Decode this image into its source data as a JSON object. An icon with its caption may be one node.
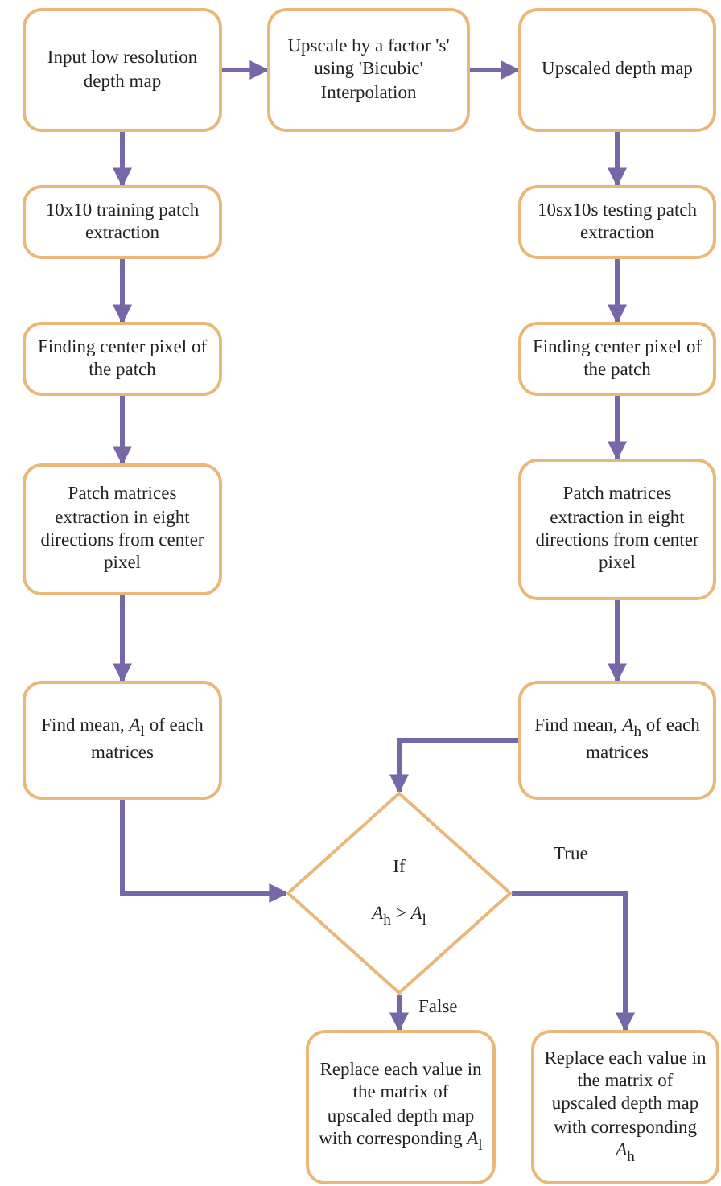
{
  "diagram": {
    "nodes": [
      {
        "text": [
          "Input low resolution depth map"
        ]
      },
      {
        "text": [
          "Upscale by a factor 's' using 'Bicubic' Interpolation"
        ]
      },
      {
        "text": [
          "Upscaled depth map"
        ]
      },
      {
        "text": [
          "10x10 training patch extraction"
        ]
      },
      {
        "text": [
          "10sx10s testing patch extraction"
        ]
      },
      {
        "text": [
          "Finding center pixel of the patch"
        ]
      },
      {
        "text": [
          "Finding center pixel of the patch"
        ]
      },
      {
        "text": [
          "Patch matrices extraction in eight directions from center pixel"
        ]
      },
      {
        "text": [
          "Patch matrices extraction in eight directions from center pixel"
        ]
      },
      {
        "text": [
          "Find mean, *A*$_{l}$ of each matrices"
        ]
      },
      {
        "text": [
          "Find mean, *A*$_{h}$ of each matrices"
        ]
      },
      {
        "text": [
          "If",
          "*A*$_{h}$ > *A*$_{l}$"
        ]
      },
      {
        "text": [
          "Replace each value in the matrix of upscaled depth map with corresponding *A*$_{l}$"
        ]
      },
      {
        "text": [
          "Replace each value in the matrix of upscaled depth map with corresponding *A*$_{h}$"
        ]
      }
    ],
    "edges": [
      {
        "from": 0,
        "to": 1,
        "arrow": "to"
      },
      {
        "from": 1,
        "to": 2,
        "arrow": "to"
      },
      {
        "from": 0,
        "to": 3,
        "arrow": "to"
      },
      {
        "from": 2,
        "to": 4,
        "arrow": "to"
      },
      {
        "from": 3,
        "to": 5,
        "arrow": "to"
      },
      {
        "from": 4,
        "to": 6,
        "arrow": "to"
      },
      {
        "from": 5,
        "to": 7,
        "arrow": "to"
      },
      {
        "from": 6,
        "to": 8,
        "arrow": "to"
      },
      {
        "from": 7,
        "to": 9,
        "arrow": "to"
      },
      {
        "from": 8,
        "to": 10,
        "arrow": "to"
      },
      {
        "from": 9,
        "to": 11,
        "arrow": "to"
      },
      {
        "from": 10,
        "to": 11,
        "arrow": "to"
      },
      {
        "from": 11,
        "to": 12,
        "arrow": "to",
        "label": "False"
      },
      {
        "from": 11,
        "to": 13,
        "arrow": "to",
        "label": "True"
      }
    ]
  }
}
